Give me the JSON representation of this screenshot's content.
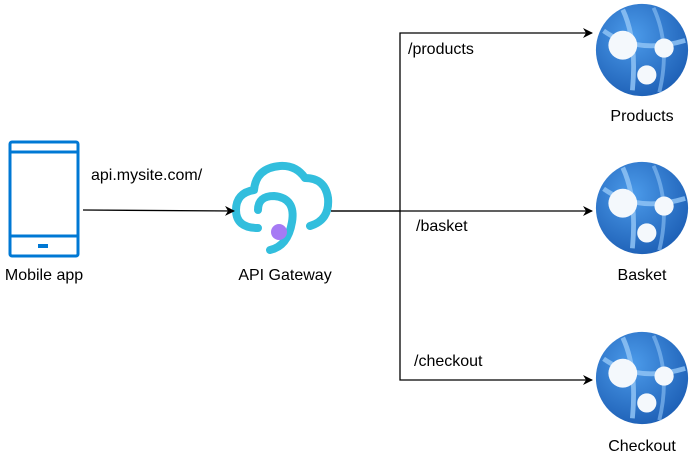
{
  "nodes": {
    "mobile": {
      "label": "Mobile app",
      "icon": "mobile-phone-icon"
    },
    "gateway": {
      "label": "API Gateway",
      "icon": "cloud-gateway-icon"
    },
    "products": {
      "label": "Products",
      "icon": "web-app-globe-icon"
    },
    "basket": {
      "label": "Basket",
      "icon": "web-app-globe-icon"
    },
    "checkout": {
      "label": "Checkout",
      "icon": "web-app-globe-icon"
    }
  },
  "edges": {
    "mobile_to_gateway": "api.mysite.com/",
    "to_products": "/products",
    "to_basket": "/basket",
    "to_checkout": "/checkout"
  },
  "colors": {
    "phone_blue": "#0078D4",
    "cloud_cyan": "#32BEDD",
    "gateway_dot": "#A67AF4",
    "globe_dark": "#1B5FB6",
    "globe_light": "#3A8CE0",
    "line": "#000000"
  }
}
